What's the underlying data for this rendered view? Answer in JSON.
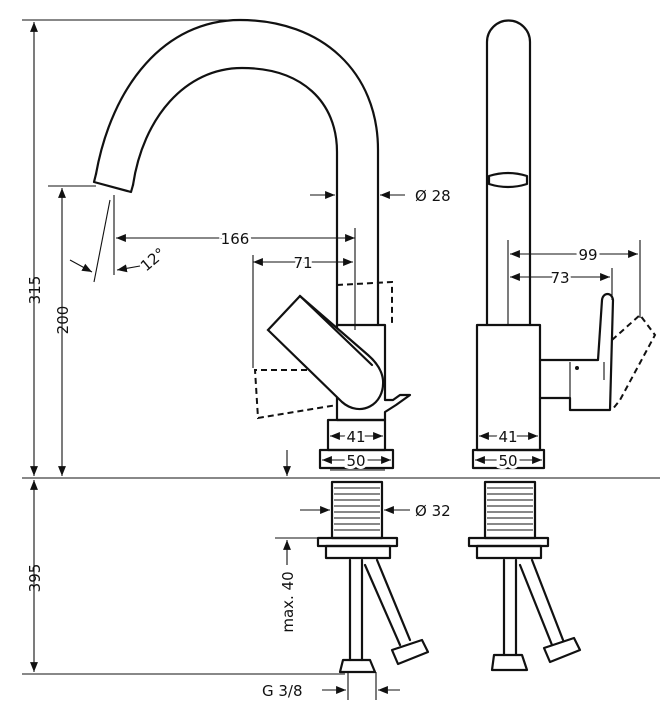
{
  "title": "Faucet technical dimension drawing",
  "front_view": {
    "height_total": "315",
    "spout_height": "200",
    "below_counter": "395",
    "spout_reach": "166",
    "lever_offset": "71",
    "spout_angle": "12°",
    "spout_diameter": "Ø 28",
    "body_width": "41",
    "base_width": "50",
    "shank_diameter": "Ø 32",
    "max_counter_thickness": "max. 40",
    "connection": "G 3/8"
  },
  "side_view": {
    "lever_reach": "99",
    "lever_offset": "73",
    "body_width": "41",
    "base_width": "50"
  }
}
